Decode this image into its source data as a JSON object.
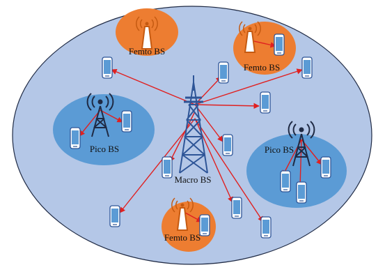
{
  "labels": {
    "macro": "Macro BS",
    "pico_left": "Pico BS",
    "pico_right": "Pico BS",
    "femto_top_left": "Femto BS",
    "femto_top_right": "Femto BS",
    "femto_bottom": "Femto BS"
  },
  "colors": {
    "macro_area": "#b4c7e7",
    "macro_area_stroke": "#1f2a44",
    "pico_area": "#5b9bd5",
    "femto_area": "#ed7d31",
    "tower": "#2e5597",
    "femto_ap": "#c55a11",
    "link": "#e02020",
    "device_screen": "#5b9bd5",
    "device_body": "#ffffff"
  },
  "icons": {
    "macro": "cell-tower-icon",
    "pico": "small-tower-icon",
    "femto": "femto-access-point-icon",
    "device": "smartphone-icon"
  }
}
